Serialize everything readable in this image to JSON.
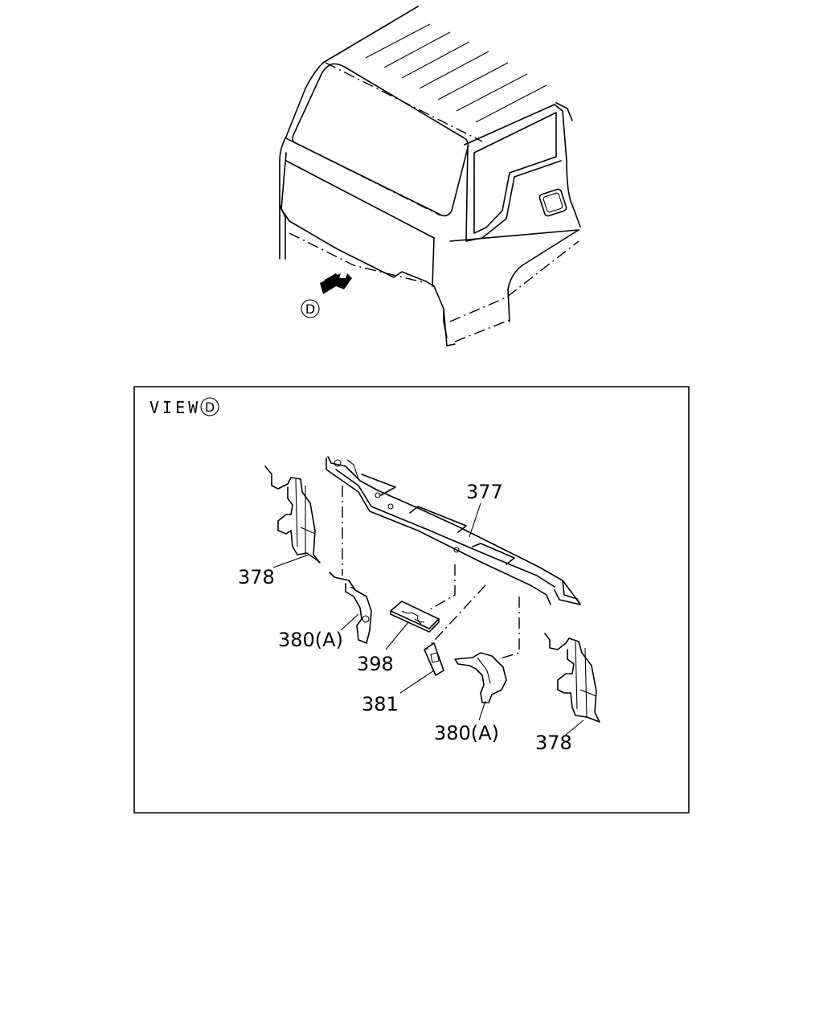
{
  "top_view": {
    "arrow_marker": "D"
  },
  "detail_view": {
    "title": "VIEW",
    "title_marker": "D"
  },
  "callouts": {
    "c377": "377",
    "c378_left": "378",
    "c378_right": "378",
    "c380a_left": "380(A)",
    "c380a_right": "380(A)",
    "c398": "398",
    "c381": "381"
  }
}
